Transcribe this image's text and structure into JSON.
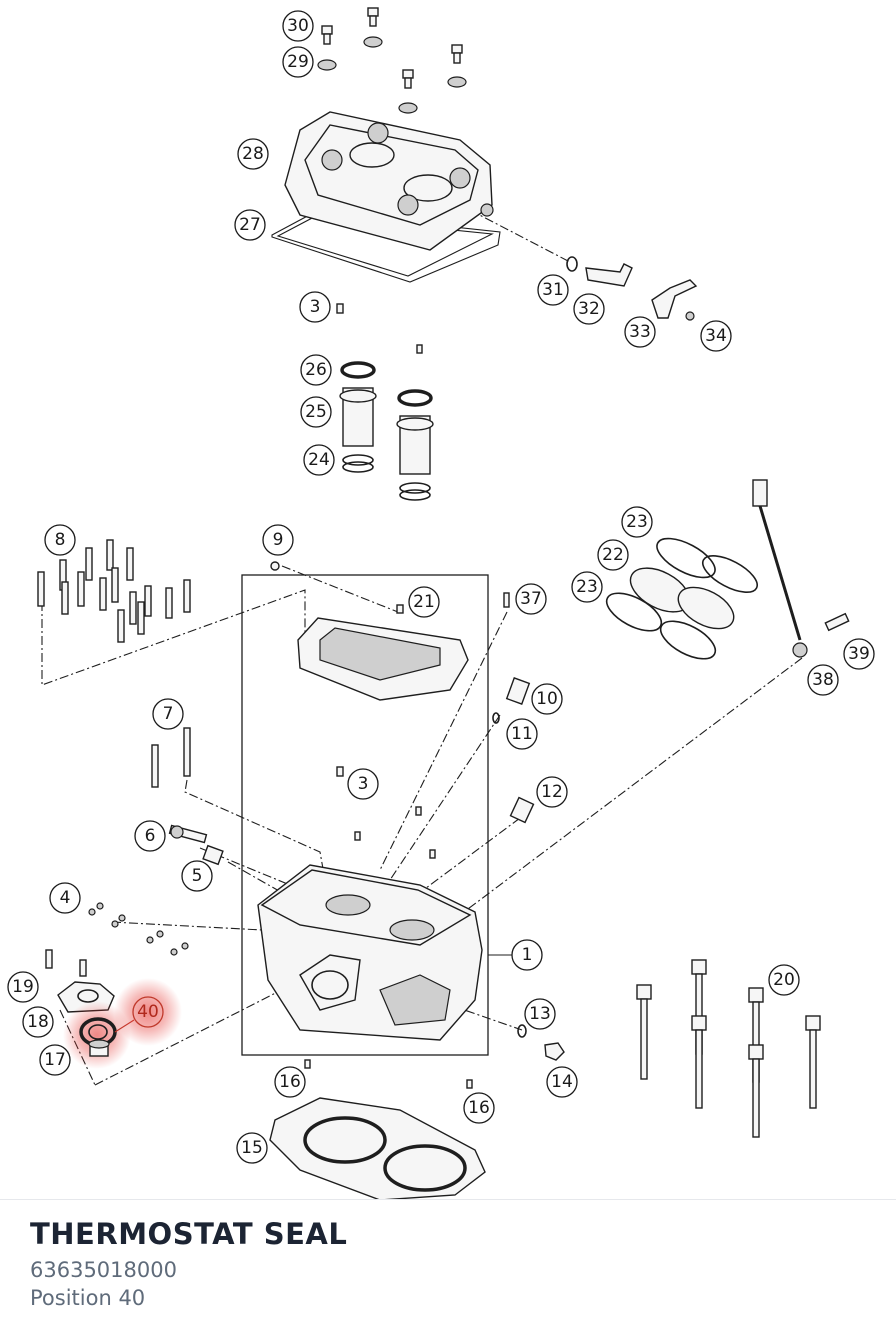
{
  "part": {
    "title": "THERMOSTAT SEAL",
    "number": "63635018000",
    "position": "Position 40"
  },
  "highlight_color": "#e53935",
  "callouts": [
    {
      "label": "30"
    },
    {
      "label": "29"
    },
    {
      "label": "28"
    },
    {
      "label": "27"
    },
    {
      "label": "31"
    },
    {
      "label": "32"
    },
    {
      "label": "33"
    },
    {
      "label": "34"
    },
    {
      "label": "3"
    },
    {
      "label": "26"
    },
    {
      "label": "25"
    },
    {
      "label": "24"
    },
    {
      "label": "8"
    },
    {
      "label": "9"
    },
    {
      "label": "21"
    },
    {
      "label": "37"
    },
    {
      "label": "23"
    },
    {
      "label": "22"
    },
    {
      "label": "23"
    },
    {
      "label": "39"
    },
    {
      "label": "38"
    },
    {
      "label": "10"
    },
    {
      "label": "11"
    },
    {
      "label": "7"
    },
    {
      "label": "3"
    },
    {
      "label": "12"
    },
    {
      "label": "6"
    },
    {
      "label": "5"
    },
    {
      "label": "4"
    },
    {
      "label": "1"
    },
    {
      "label": "20"
    },
    {
      "label": "19"
    },
    {
      "label": "40",
      "highlighted": true
    },
    {
      "label": "18"
    },
    {
      "label": "17"
    },
    {
      "label": "13"
    },
    {
      "label": "14"
    },
    {
      "label": "16"
    },
    {
      "label": "16"
    },
    {
      "label": "15"
    }
  ]
}
